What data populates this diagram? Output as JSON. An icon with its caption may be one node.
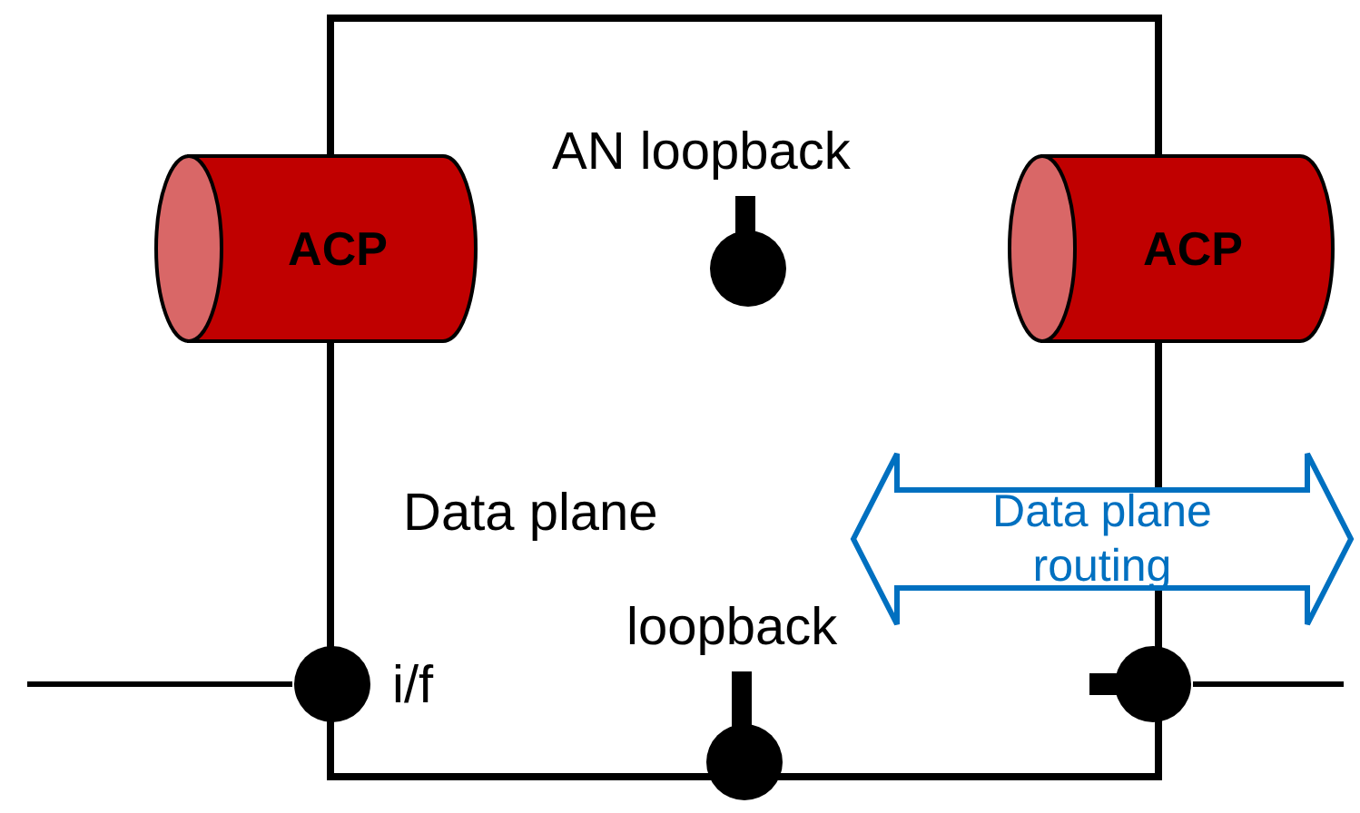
{
  "diagram": {
    "nodes": [
      {
        "text": [],
        "shape": "box"
      },
      {
        "text": [
          "ACP"
        ]
      },
      {
        "text": [
          "ACP"
        ]
      },
      {
        "text": [],
        "shape": "circle",
        "in": 0,
        "beside": [
          "AN loopback"
        ]
      },
      {
        "text": [
          "Data plane routing"
        ]
      },
      {
        "text": [],
        "shape": "circle",
        "beside": [
          "loopback"
        ]
      },
      {
        "text": [],
        "shape": "circle",
        "beside": [
          "i/f"
        ]
      },
      {
        "text": [],
        "shape": "circle"
      }
    ],
    "edges": [
      {
        "from": null,
        "to": 6,
        "arrow": "none"
      },
      {
        "from": 7,
        "to": null,
        "arrow": "none"
      }
    ],
    "labels": [
      "Data plane"
    ]
  }
}
